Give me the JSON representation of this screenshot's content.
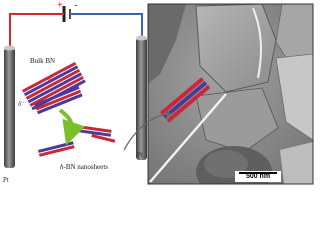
{
  "labels": {
    "bulk": "Bulk BN",
    "nanosheets_prefix": "h",
    "nanosheets_suffix": "-BN nanosheets",
    "plus_sign": "+",
    "minus_sign": "-",
    "delta_plus": "δ⁺",
    "delta_minus": "δ⁻",
    "electrode_left": "Pt",
    "electrode_right": "Pt",
    "scale": "500 nm"
  },
  "colors": {
    "wire_positive": "#d8262e",
    "wire_negative": "#3b63b5",
    "electrode": "#6c6c6c",
    "arrow": "#7bbf2a",
    "sheet_red": "#c8283a",
    "sheet_blue": "#4a3a9c",
    "tem_background": "#8a8a8a"
  }
}
